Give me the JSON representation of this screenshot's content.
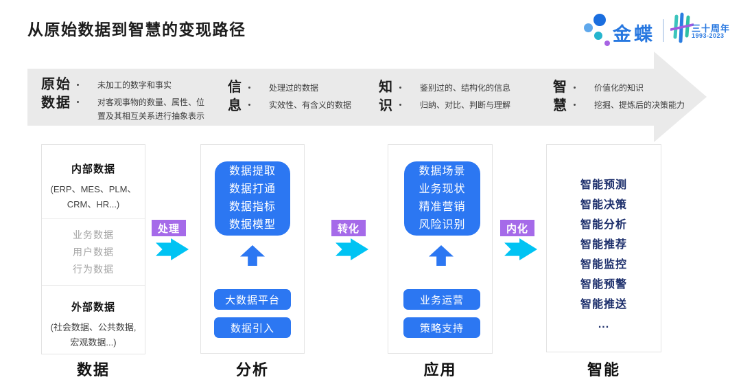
{
  "title": "从原始数据到智慧的变现路径",
  "logo": {
    "brand": "金蝶",
    "anniversary": "三十周年",
    "years": "1993-2023"
  },
  "banner": {
    "stages": [
      {
        "heading": "原始\n数据",
        "points": [
          "未加工的数字和事实",
          "对客观事物的数量、属性、位\n置及其相互关系进行抽象表示"
        ]
      },
      {
        "heading": "信\n息",
        "points": [
          "处理过的数据",
          "实效性、有含义的数据"
        ]
      },
      {
        "heading": "知\n识",
        "points": [
          "鉴别过的、结构化的信息",
          "归纳、对比、判断与理解"
        ]
      },
      {
        "heading": "智\n慧",
        "points": [
          "价值化的知识",
          "挖掘、提炼后的决策能力"
        ]
      }
    ]
  },
  "columns": {
    "data": {
      "label": "数据",
      "internal_title": "内部数据",
      "internal_detail": "(ERP、MES、PLM、\nCRM、HR...)",
      "middle_items": [
        "业务数据",
        "用户数据",
        "行为数据"
      ],
      "external_title": "外部数据",
      "external_detail": "(社会数据、公共数据,\n宏观数据...)"
    },
    "analysis": {
      "label": "分析",
      "card_lines": [
        "数据提取",
        "数据打通",
        "数据指标",
        "数据模型"
      ],
      "buttons": [
        "大数据平台",
        "数据引入"
      ]
    },
    "application": {
      "label": "应用",
      "card_lines": [
        "数据场景",
        "业务现状",
        "精准营销",
        "风险识别"
      ],
      "buttons": [
        "业务运营",
        "策略支持"
      ]
    },
    "intelligence": {
      "label": "智能",
      "items": [
        "智能预测",
        "智能决策",
        "智能分析",
        "智能推荐",
        "智能监控",
        "智能预警",
        "智能推送",
        "..."
      ]
    }
  },
  "connectors": [
    {
      "label": "处理"
    },
    {
      "label": "转化"
    },
    {
      "label": "内化"
    }
  ],
  "colors": {
    "primary_blue": "#2C77F2",
    "navy_text": "#1C2E6B",
    "purple": "#A56AE9",
    "cyan": "#00C3F3",
    "banner_gray": "#EAEAEA",
    "brand_blue": "#2878E0"
  }
}
